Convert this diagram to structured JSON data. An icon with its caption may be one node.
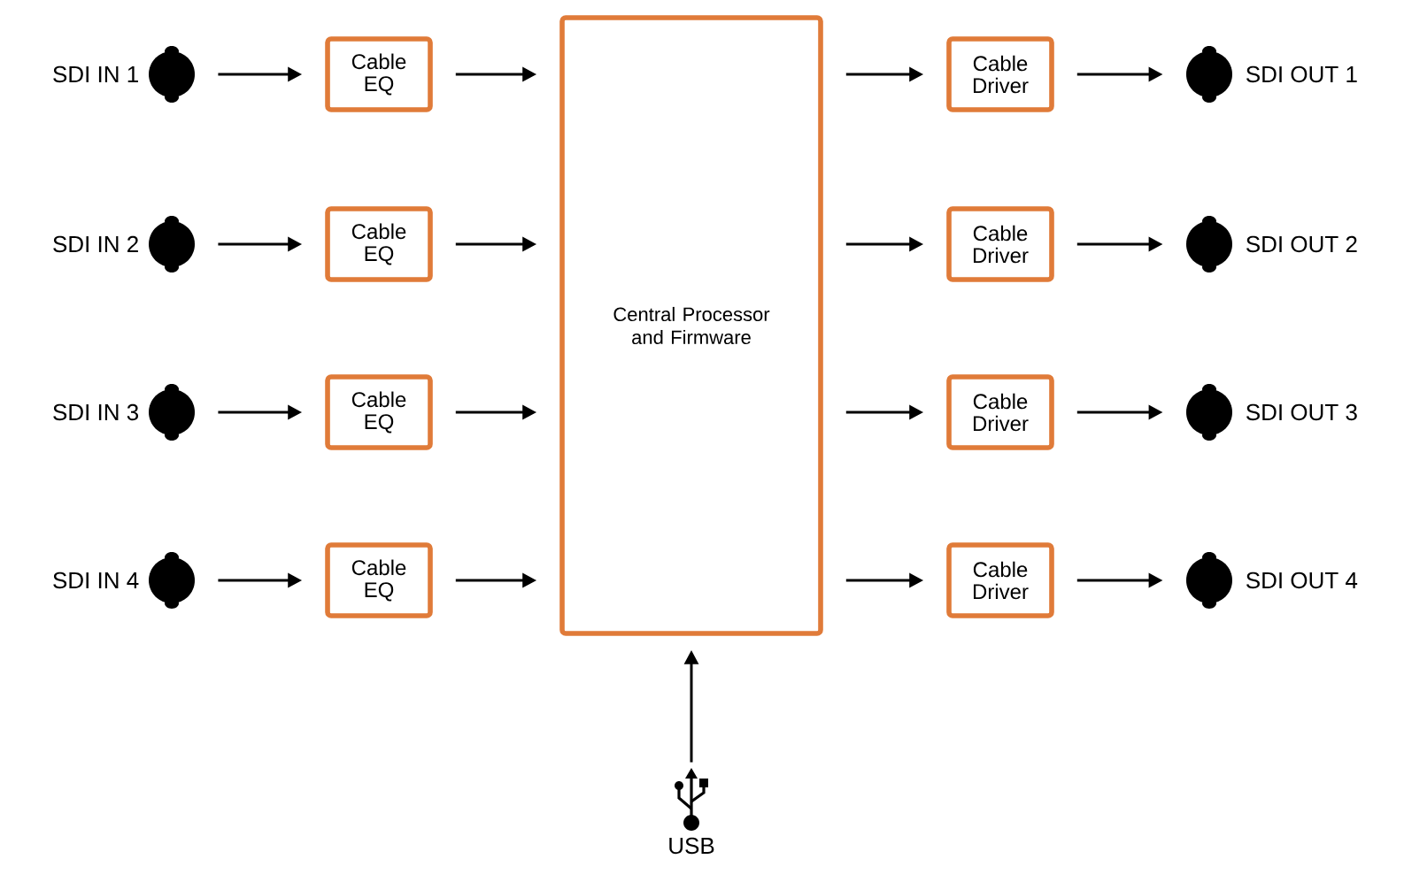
{
  "diagram": {
    "nodes": [
      {
        "text": [],
        "shape": "connector",
        "beside": [
          "SDI IN 1"
        ]
      },
      {
        "text": [],
        "shape": "connector",
        "beside": [
          "SDI IN 2"
        ]
      },
      {
        "text": [],
        "shape": "connector",
        "beside": [
          "SDI IN 3"
        ]
      },
      {
        "text": [],
        "shape": "connector",
        "beside": [
          "SDI IN 4"
        ]
      },
      {
        "text": [
          "Cable EQ"
        ]
      },
      {
        "text": [
          "Cable EQ"
        ]
      },
      {
        "text": [
          "Cable EQ"
        ]
      },
      {
        "text": [
          "Cable EQ"
        ]
      },
      {
        "text": [
          "Central Processor and Firmware"
        ]
      },
      {
        "text": [
          "Cable Driver"
        ]
      },
      {
        "text": [
          "Cable Driver"
        ]
      },
      {
        "text": [
          "Cable Driver"
        ]
      },
      {
        "text": [
          "Cable Driver"
        ]
      },
      {
        "text": [],
        "shape": "connector",
        "beside": [
          "SDI OUT 1"
        ]
      },
      {
        "text": [],
        "shape": "connector",
        "beside": [
          "SDI OUT 2"
        ]
      },
      {
        "text": [],
        "shape": "connector",
        "beside": [
          "SDI OUT 3"
        ]
      },
      {
        "text": [],
        "shape": "connector",
        "beside": [
          "SDI OUT 4"
        ]
      },
      {
        "text": [],
        "shape": "usb",
        "beside": [
          "USB"
        ]
      }
    ],
    "edges": [
      {
        "from": 0,
        "to": 4,
        "arrow": "to"
      },
      {
        "from": 1,
        "to": 5,
        "arrow": "to"
      },
      {
        "from": 2,
        "to": 6,
        "arrow": "to"
      },
      {
        "from": 3,
        "to": 7,
        "arrow": "to"
      },
      {
        "from": 4,
        "to": 8,
        "arrow": "to"
      },
      {
        "from": 5,
        "to": 8,
        "arrow": "to"
      },
      {
        "from": 6,
        "to": 8,
        "arrow": "to"
      },
      {
        "from": 7,
        "to": 8,
        "arrow": "to"
      },
      {
        "from": 8,
        "to": 9,
        "arrow": "to"
      },
      {
        "from": 8,
        "to": 10,
        "arrow": "to"
      },
      {
        "from": 8,
        "to": 11,
        "arrow": "to"
      },
      {
        "from": 8,
        "to": 12,
        "arrow": "to"
      },
      {
        "from": 9,
        "to": 13,
        "arrow": "to"
      },
      {
        "from": 10,
        "to": 14,
        "arrow": "to"
      },
      {
        "from": 11,
        "to": 15,
        "arrow": "to"
      },
      {
        "from": 12,
        "to": 16,
        "arrow": "to"
      },
      {
        "from": 17,
        "to": 8,
        "arrow": "to"
      }
    ]
  }
}
